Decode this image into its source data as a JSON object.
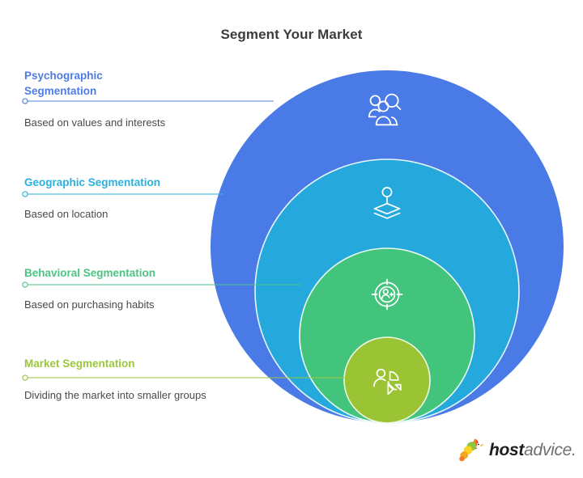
{
  "page": {
    "title": "Segment Your Market",
    "background_color": "#ffffff"
  },
  "segments": [
    {
      "id": "psychographic",
      "heading_line1": "Psychographic",
      "heading_line2": "Segmentation",
      "heading": "Psychographic Segmentation",
      "description": "Based on values and interests",
      "color": "#4f7ce4",
      "circle_color": "#4a7ae6",
      "icon": "people-search-icon",
      "ring": 1
    },
    {
      "id": "geographic",
      "heading_line1": "Geographic Segmentation",
      "heading_line2": "",
      "heading": "Geographic Segmentation",
      "description": "Based on location",
      "color": "#29b0dd",
      "circle_color": "#25a8dc",
      "icon": "location-layers-icon",
      "ring": 2
    },
    {
      "id": "behavioral",
      "heading_line1": "Behavioral Segmentation",
      "heading_line2": "",
      "heading": "Behavioral Segmentation",
      "description": "Based on purchasing habits",
      "color": "#4cc483",
      "circle_color": "#43c47c",
      "icon": "target-audience-icon",
      "ring": 3
    },
    {
      "id": "market",
      "heading_line1": "Market Segmentation",
      "heading_line2": "",
      "heading": "Market Segmentation",
      "description": "Dividing the market into smaller groups",
      "color": "#9cc63b",
      "circle_color": "#9ac434",
      "icon": "market-share-icon",
      "ring": 4
    }
  ],
  "logo": {
    "name": "hostadvice-logo",
    "text_bold": "host",
    "text_light": "advice.",
    "mark": "parrot-mascot-icon",
    "mark_colors": [
      "#f5a623",
      "#e8402a",
      "#8cc63f",
      "#f9d423"
    ]
  }
}
